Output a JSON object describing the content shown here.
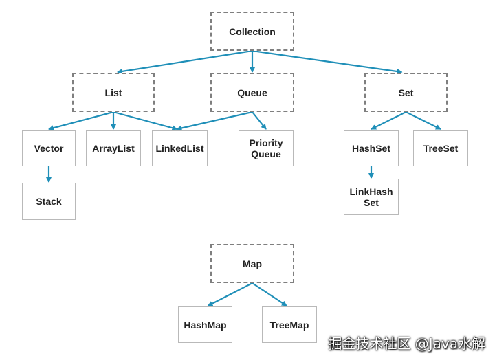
{
  "diagram": {
    "arrow_color": "#1f8fb8",
    "interface_border_color": "#7f7f7f",
    "class_border_color": "#b9b9b9",
    "nodes": {
      "collection": "Collection",
      "list": "List",
      "queue": "Queue",
      "set": "Set",
      "vector": "Vector",
      "arraylist": "ArrayList",
      "linkedlist": "LinkedList",
      "priorityqueue": "Priority\nQueue",
      "hashset": "HashSet",
      "treeset": "TreeSet",
      "stack": "Stack",
      "linkedhashset": "LinkHash\nSet",
      "map": "Map",
      "hashmap": "HashMap",
      "treemap": "TreeMap"
    },
    "edges": [
      [
        "collection",
        "list"
      ],
      [
        "collection",
        "queue"
      ],
      [
        "collection",
        "set"
      ],
      [
        "list",
        "vector"
      ],
      [
        "list",
        "arraylist"
      ],
      [
        "list",
        "linkedlist"
      ],
      [
        "queue",
        "linkedlist"
      ],
      [
        "queue",
        "priorityqueue"
      ],
      [
        "set",
        "hashset"
      ],
      [
        "set",
        "treeset"
      ],
      [
        "vector",
        "stack"
      ],
      [
        "hashset",
        "linkedhashset"
      ],
      [
        "map",
        "hashmap"
      ],
      [
        "map",
        "treemap"
      ]
    ]
  },
  "watermark": "掘金技术社区 @Java水解"
}
